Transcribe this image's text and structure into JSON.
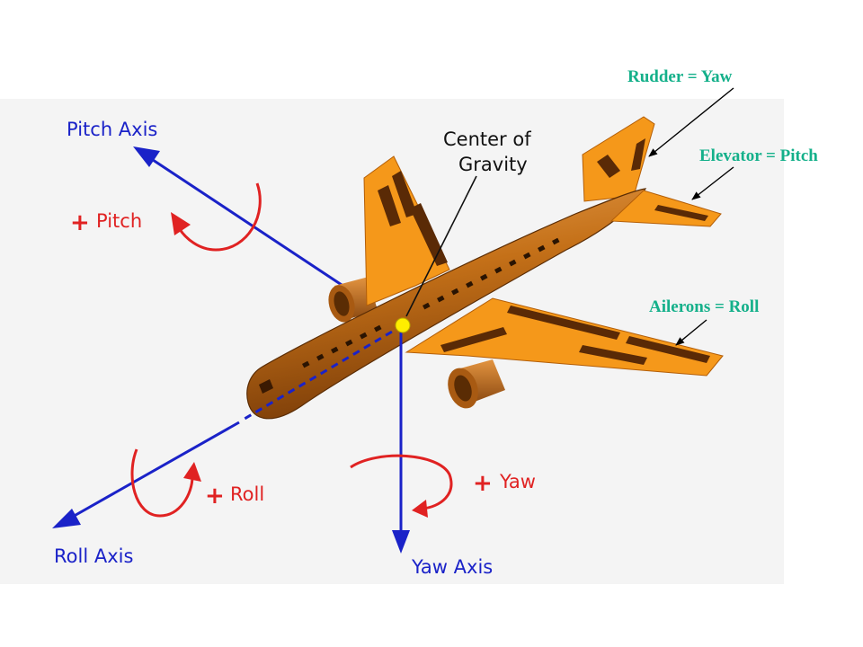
{
  "axes": {
    "pitch": "Pitch Axis",
    "roll": "Roll Axis",
    "yaw": "Yaw Axis"
  },
  "center_of_gravity": {
    "line1": "Center of",
    "line2": "Gravity"
  },
  "motions": {
    "pitch": "Pitch",
    "roll": "Roll",
    "yaw": "Yaw",
    "plus_sign": "+"
  },
  "controls": {
    "rudder": "Rudder = Yaw",
    "elevator": "Elevator = Pitch",
    "ailerons": "Ailerons = Roll"
  },
  "colors": {
    "axis": "#1a22c8",
    "motion": "#e02222",
    "control_label": "#14b08a",
    "fuselage": "#c06a14",
    "wing": "#f59a1a",
    "cg_dot": "#ffee00"
  }
}
